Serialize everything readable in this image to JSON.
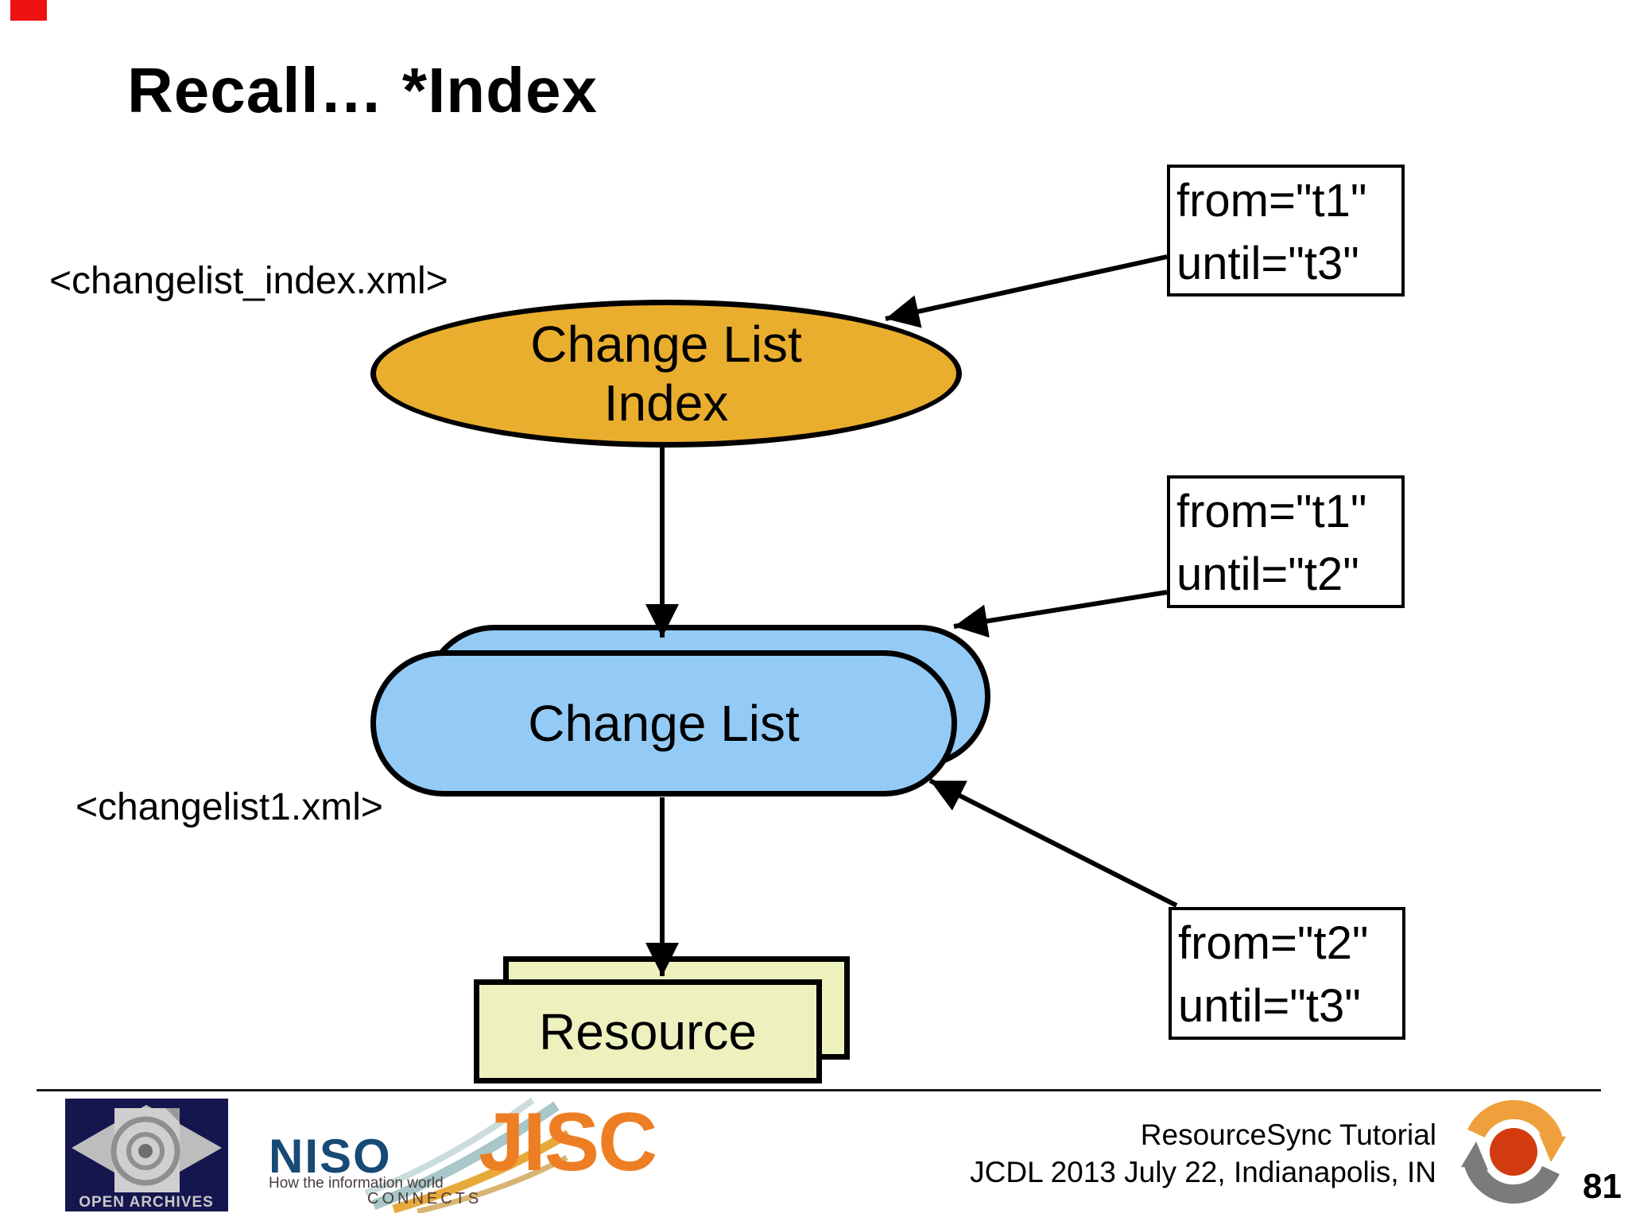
{
  "slide": {
    "title": "Recall… *Index",
    "page_number": "81"
  },
  "diagram": {
    "file_labels": {
      "changelist_index": "<changelist_index.xml>",
      "changelist1": "<changelist1.xml>"
    },
    "nodes": {
      "change_list_index": {
        "line1": "Change List",
        "line2": "Index",
        "fill": "#EAAE2E"
      },
      "change_list": {
        "label": "Change List",
        "fill": "#93CBF6"
      },
      "resource": {
        "label": "Resource",
        "fill": "#EDF1BE"
      }
    },
    "annotations": [
      {
        "line1": "from=\"t1\"",
        "line2": "until=\"t3\""
      },
      {
        "line1": "from=\"t1\"",
        "line2": "until=\"t2\""
      },
      {
        "line1": "from=\"t2\"",
        "line2": "until=\"t3\""
      }
    ]
  },
  "footer": {
    "credit_line1": "ResourceSync Tutorial",
    "credit_line2": "JCDL 2013 July 22, Indianapolis, IN",
    "open_archives_label": "OPEN ARCHIVES",
    "niso_name": "NISO",
    "niso_tagline1": "How the information world",
    "niso_tagline2": "CONNECTS",
    "jisc_name": "JISC"
  },
  "colors": {
    "ellipse_fill": "#EAAE2E",
    "stadium_fill": "#93CBF6",
    "resource_fill": "#EDF1BE",
    "stroke": "#000000",
    "jisc_orange": "#EE7E23",
    "niso_blue": "#174A75",
    "open_archives_navy": "#16164F",
    "resourcesync_orange": "#EFA03C",
    "resourcesync_gray": "#7B7B7B",
    "resourcesync_red": "#D23B10",
    "rec_mark_red": "#EE1111"
  }
}
